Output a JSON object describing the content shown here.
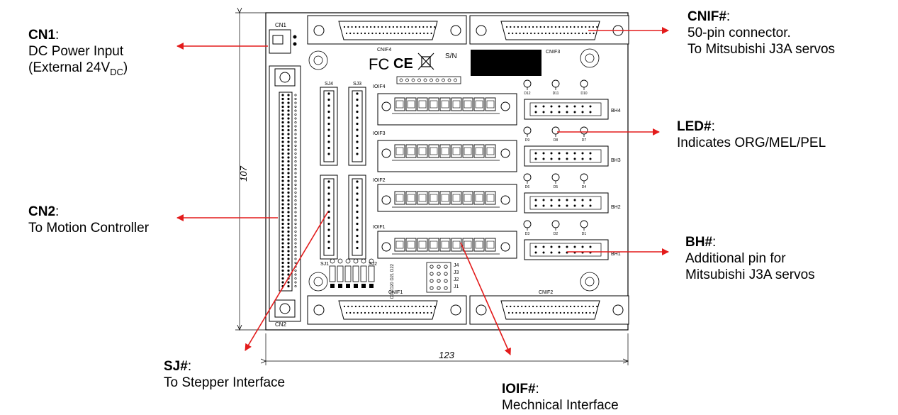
{
  "callouts": {
    "cn1": {
      "title": "CN1",
      "line1": "DC Power Input",
      "line2_pre": "(External 24V",
      "line2_sub": "DC",
      "line2_post": ")"
    },
    "cn2": {
      "title": "CN2",
      "line1": "To Motion Controller"
    },
    "sj": {
      "title": "SJ#",
      "line1": "To Stepper Interface"
    },
    "ioif": {
      "title": "IOIF#",
      "line1": "Mechnical Interface"
    },
    "bh": {
      "title": "BH#",
      "line1": "Additional pin for",
      "line2": "Mitsubishi J3A servos"
    },
    "led": {
      "title": "LED#",
      "line1": "Indicates ORG/MEL/PEL"
    },
    "cnif": {
      "title": "CNIF#",
      "line1": "50-pin connector.",
      "line2": "To Mitsubishi J3A servos"
    }
  },
  "dimensions": {
    "height": "107",
    "width": "123"
  },
  "board": {
    "cn1": "CN1",
    "cn2": "CN2",
    "cnif1": "CNIF1",
    "cnif2": "CNIF2",
    "cnif3": "CNIF3",
    "cnif4": "CNIF4",
    "sj1": "SJ1",
    "sj2": "SJ2",
    "sj3": "SJ3",
    "sj4": "SJ4",
    "ioif1": "IOIF1",
    "ioif2": "IOIF2",
    "ioif3": "IOIF3",
    "ioif4": "IOIF4",
    "bh1": "BH1",
    "bh2": "BH2",
    "bh3": "BH3",
    "bh4": "BH4",
    "j1": "J1",
    "j2": "J2",
    "j3": "J3",
    "j4": "J4",
    "sn": "S/N",
    "fc": "FC",
    "ce": "CE",
    "leds_row4": [
      "D12",
      "D11",
      "D10"
    ],
    "leds_row3": [
      "D9",
      "D8",
      "D7"
    ],
    "leds_row2": [
      "D6",
      "D5",
      "D4"
    ],
    "leds_row1": [
      "D3",
      "D2",
      "D1"
    ],
    "diodes": "D19 D20 D21 D22"
  },
  "colors": {
    "arrow": "#e31b1b",
    "outline": "#000000"
  }
}
